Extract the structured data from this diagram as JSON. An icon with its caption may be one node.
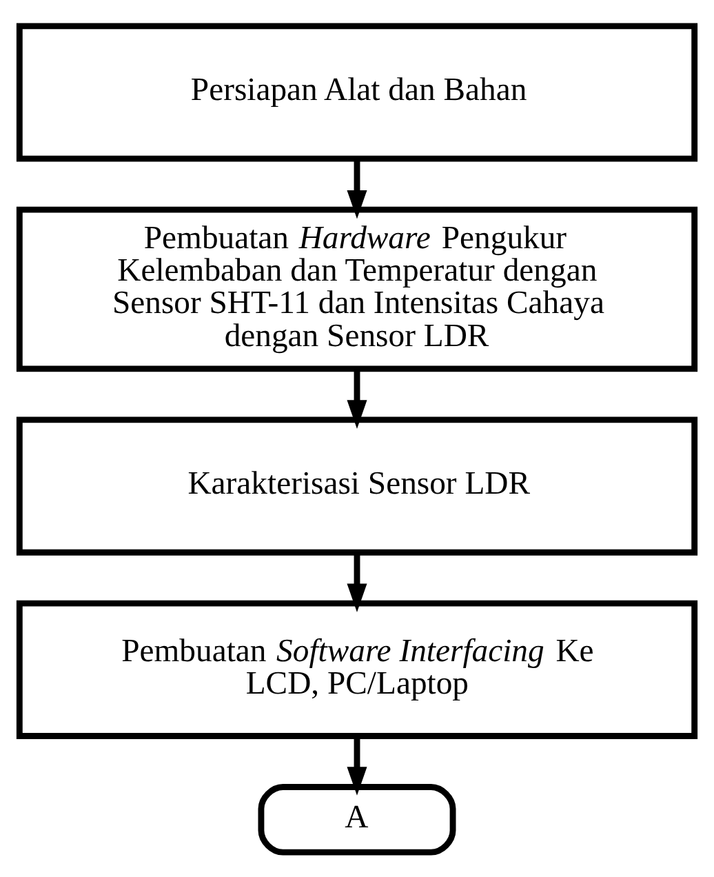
{
  "diagram": {
    "nodes": [
      {
        "text": [
          "Persiapan Alat dan Bahan"
        ]
      },
      {
        "text": [
          "Pembuatan *Hardware* Pengukur Kelembaban dan Temperatur dengan Sensor SHT-11 dan Intensitas Cahaya dengan Sensor LDR"
        ]
      },
      {
        "text": [
          "Karakterisasi Sensor LDR"
        ]
      },
      {
        "text": [
          "Pembuatan *Software Interfacing* Ke LCD, PC/Laptop"
        ]
      },
      {
        "text": [
          "A"
        ]
      }
    ],
    "edges": [
      {
        "from": 0,
        "to": 1,
        "arrow": "to"
      },
      {
        "from": 1,
        "to": 2,
        "arrow": "to"
      },
      {
        "from": 2,
        "to": 3,
        "arrow": "to"
      },
      {
        "from": 3,
        "to": 4,
        "arrow": "to"
      }
    ]
  }
}
